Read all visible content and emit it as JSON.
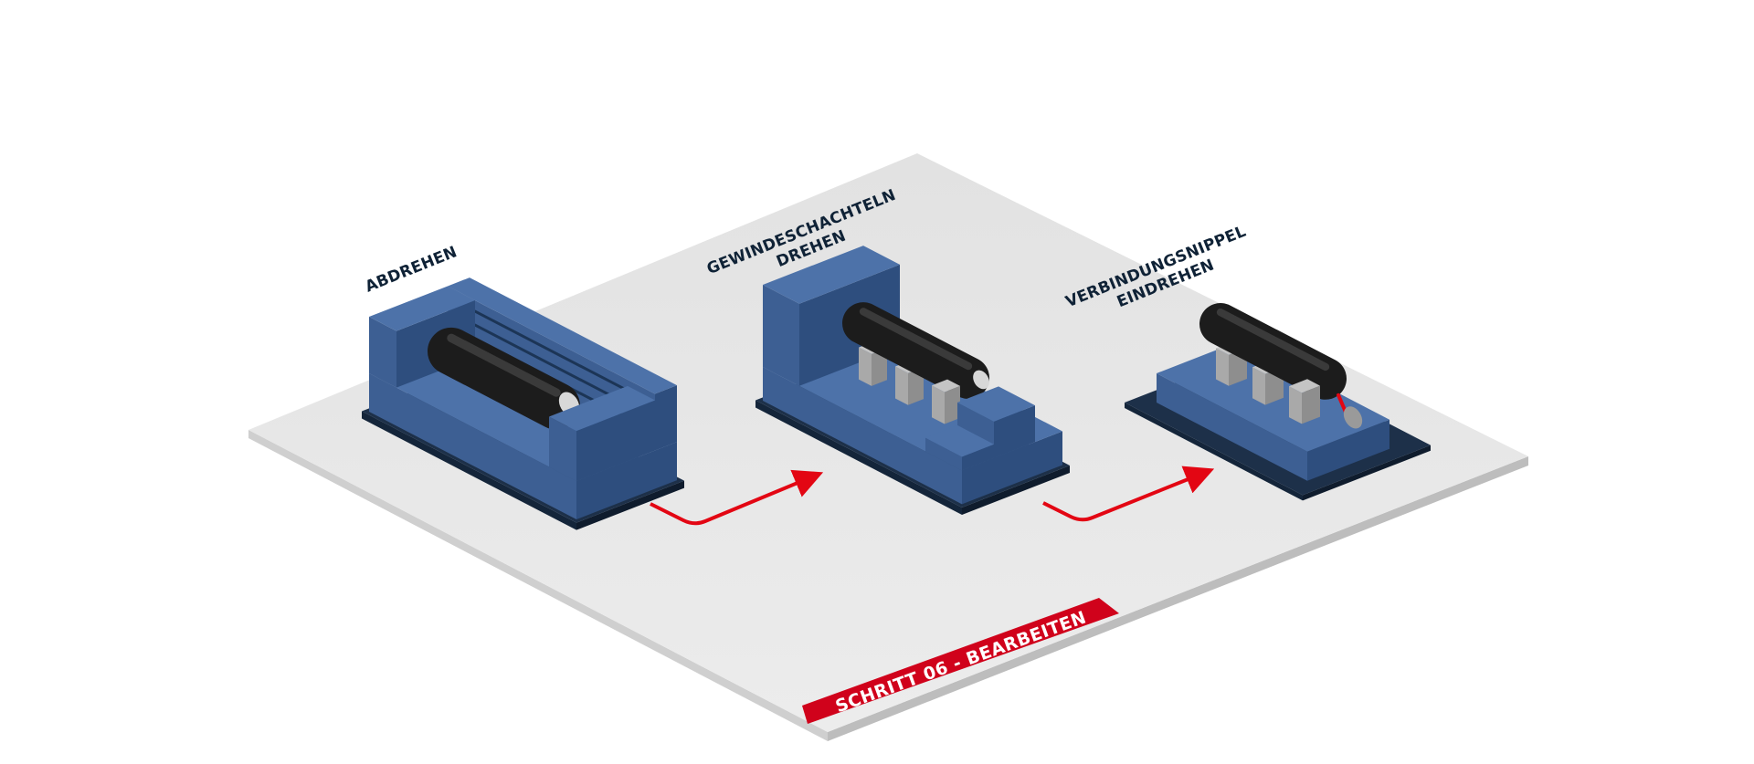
{
  "stations": [
    {
      "label_lines": [
        "ABDREHEN"
      ]
    },
    {
      "label_lines": [
        "GEWINDESCHACHTELN",
        "DREHEN"
      ]
    },
    {
      "label_lines": [
        "VERBINDUNGSNIPPEL",
        "EINDREHEN"
      ]
    }
  ],
  "step_label": "SCHRITT 06 - BEARBEITEN",
  "colors": {
    "machine_top": "#4d72a9",
    "machine_left": "#3d5f93",
    "machine_right": "#2e4e7e",
    "machine_base": "#14253a",
    "workpiece": "#1c1c1c",
    "support": "#a9a9a9",
    "arrow": "#e30613",
    "floor": "#e8e8e8",
    "floor_edge": "#c6c6c6",
    "step_band": "#d0021b"
  }
}
